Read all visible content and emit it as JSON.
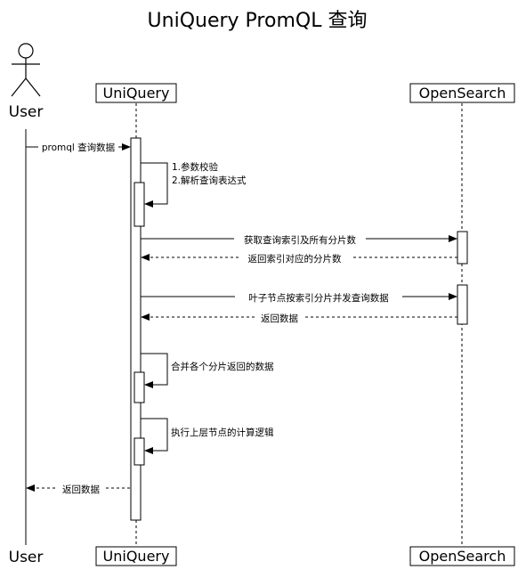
{
  "title": "UniQuery PromQL 查询",
  "participants": {
    "user": "User",
    "uniquery": "UniQuery",
    "opensearch": "OpenSearch"
  },
  "messages": {
    "m1": "promql 查询数据",
    "m2a": "1.参数校验",
    "m2b": "2.解析查询表达式",
    "m3": "获取查询索引及所有分片数",
    "m4": "返回索引对应的分片数",
    "m5": "叶子节点按索引分片并发查询数据",
    "m6": "返回数据",
    "m7": "合并各个分片返回的数据",
    "m8": "执行上层节点的计算逻辑",
    "m9": "返回数据"
  }
}
